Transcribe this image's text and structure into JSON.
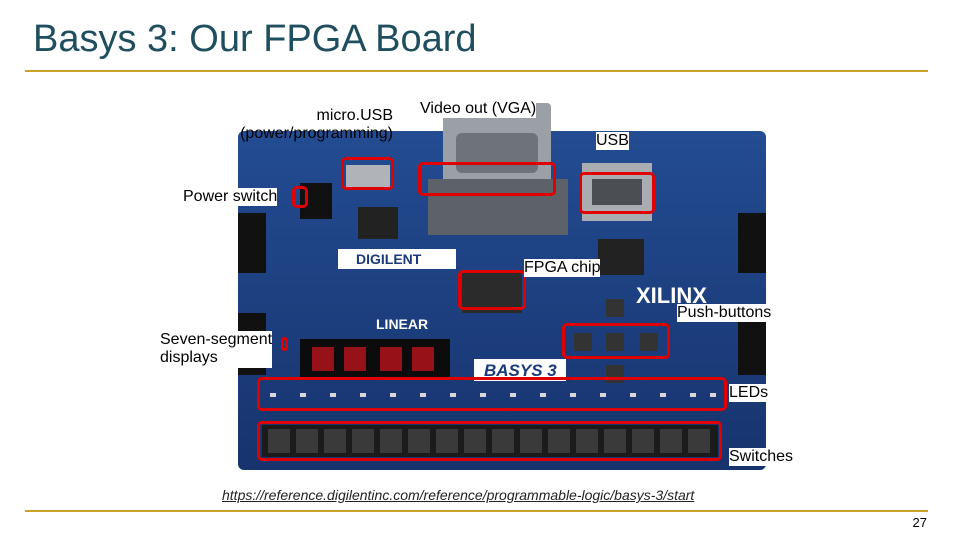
{
  "slide": {
    "title": "Basys 3: Our FPGA Board",
    "page_number": "27",
    "source_link": "https://reference.digilentinc.com/reference/programmable-logic/basys-3/start"
  },
  "board": {
    "brand": "DIGILENT",
    "model": "BASYS 3",
    "fpga_vendor": "XILINX",
    "colors": {
      "pcb": "#1a3a7a",
      "highlight": "#e00000",
      "rule": "#c9a227"
    }
  },
  "labels": {
    "micro_usb_line1": "micro.USB",
    "micro_usb_line2": "(power/programming)",
    "vga": "Video out (VGA)",
    "usb": "USB",
    "power_switch": "Power switch",
    "fpga_chip": "FPGA chip",
    "push_buttons": "Push-buttons",
    "seven_seg_line1": "Seven-segment",
    "seven_seg_line2": "displays",
    "leds": "LEDs",
    "switches": "Switches"
  }
}
